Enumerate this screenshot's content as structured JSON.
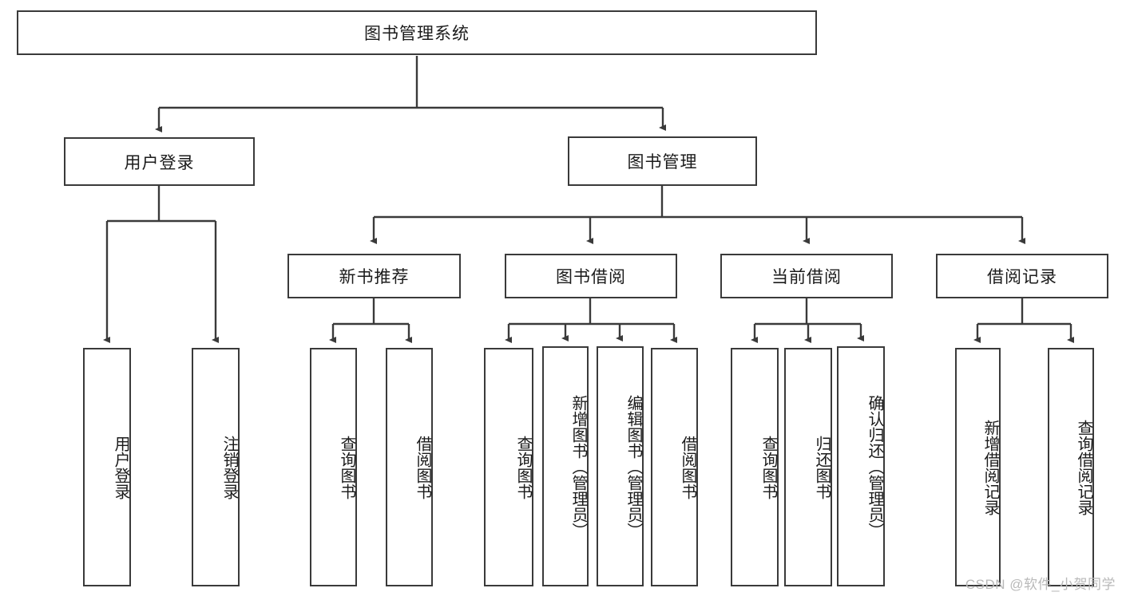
{
  "diagram": {
    "title": "图书管理系统",
    "type": "tree-hierarchy",
    "watermark": "CSDN @软件_小贺同学",
    "colors": {
      "stroke": "#3a3a3a",
      "fill": "#ffffff",
      "text": "#1b1b1b",
      "watermark": "#b9b9b9"
    },
    "nodes": {
      "root": "图书管理系统",
      "level2": [
        "用户登录",
        "图书管理"
      ],
      "level3": [
        "新书推荐",
        "图书借阅",
        "当前借阅",
        "借阅记录"
      ],
      "leaves": {
        "user_login": [
          "用户登录",
          "注销登录"
        ],
        "new_book_recommend": [
          "查询图书",
          "借阅图书"
        ],
        "book_borrow": [
          "查询图书",
          "新增图书（管理员）",
          "编辑图书（管理员）",
          "借阅图书"
        ],
        "current_borrow": [
          "查询图书",
          "归还图书",
          "确认归还（管理员）"
        ],
        "borrow_record": [
          "新增借阅记录",
          "查询借阅记录"
        ]
      }
    }
  }
}
